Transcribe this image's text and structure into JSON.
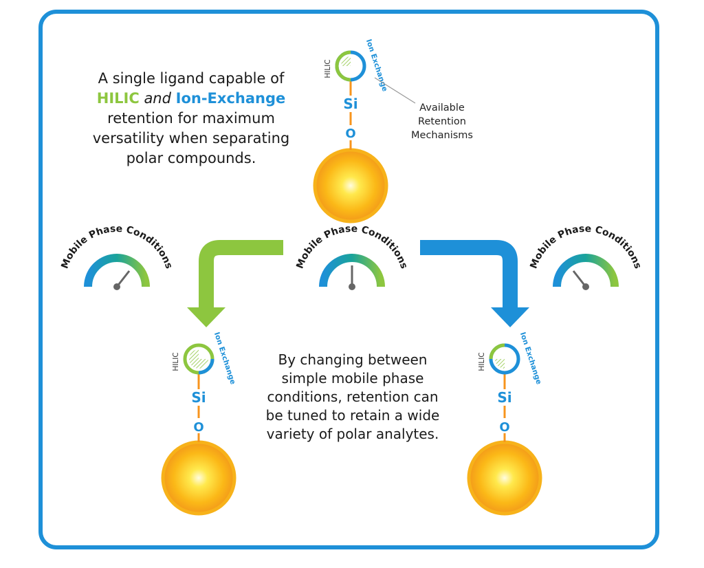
{
  "intro": {
    "line1": "A single ligand capable of",
    "hilic": "HILIC",
    "and": "and",
    "ion_exchange": "Ion-Exchange",
    "line3": "retention for maximum",
    "line4": "versatility when separating",
    "line5": "polar compounds."
  },
  "mechanism_label": {
    "line1": "Available",
    "line2": "Retention",
    "line3": "Mechanisms"
  },
  "ligand": {
    "hilic_label": "HILIC",
    "ion_label": "Ion Exchange",
    "si_label": "Si",
    "o_label": "O"
  },
  "gauges": [
    {
      "label": "Mobile Phase Conditions",
      "needle_position": "left"
    },
    {
      "label": "Mobile Phase Conditions",
      "needle_position": "center"
    },
    {
      "label": "Mobile Phase Conditions",
      "needle_position": "right"
    }
  ],
  "bottom_text": {
    "line1": "By changing between",
    "line2": "simple mobile phase",
    "line3": "conditions, retention can",
    "line4": "be tuned to retain a wide",
    "line5": "variety of polar analytes."
  },
  "colors": {
    "frame": "#1e90d8",
    "hilic_green": "#8dc63f",
    "ion_blue": "#1e90d8",
    "linker_orange": "#f7941d",
    "particle_yellow": "#fdb913"
  }
}
